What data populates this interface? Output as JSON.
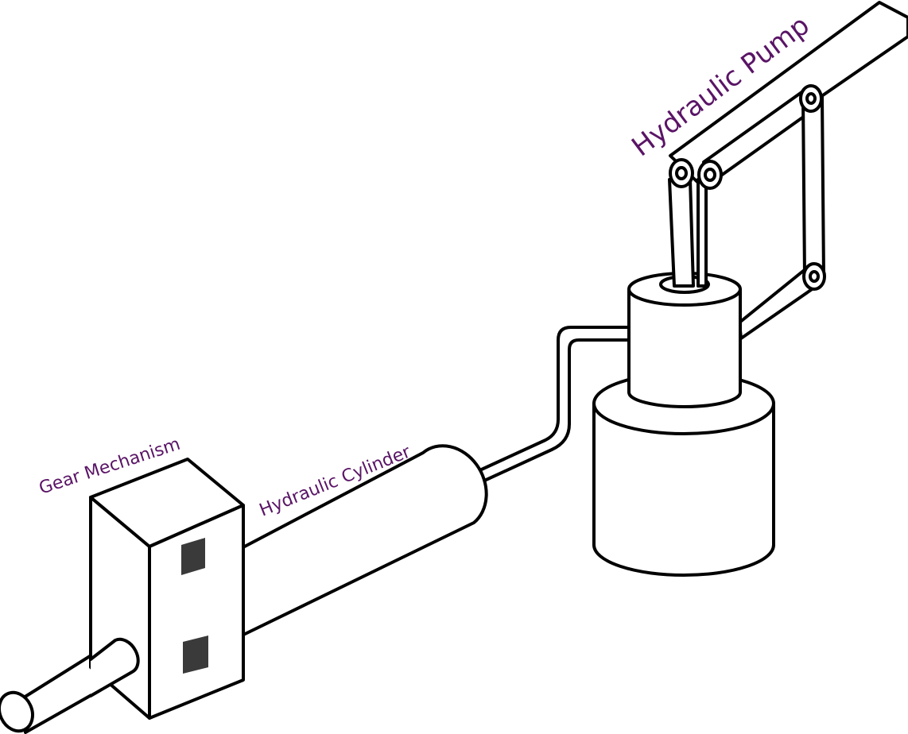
{
  "labels": {
    "gear_mechanism": "Gear Mechanism",
    "hydraulic_cylinder": "Hydraulic Cylinder",
    "hydraulic_pump": "Hydraulic Pump"
  },
  "colors": {
    "label_text": "#5a1466",
    "line": "#000000",
    "window_fill": "#3a3a3a",
    "background": "#ffffff"
  }
}
